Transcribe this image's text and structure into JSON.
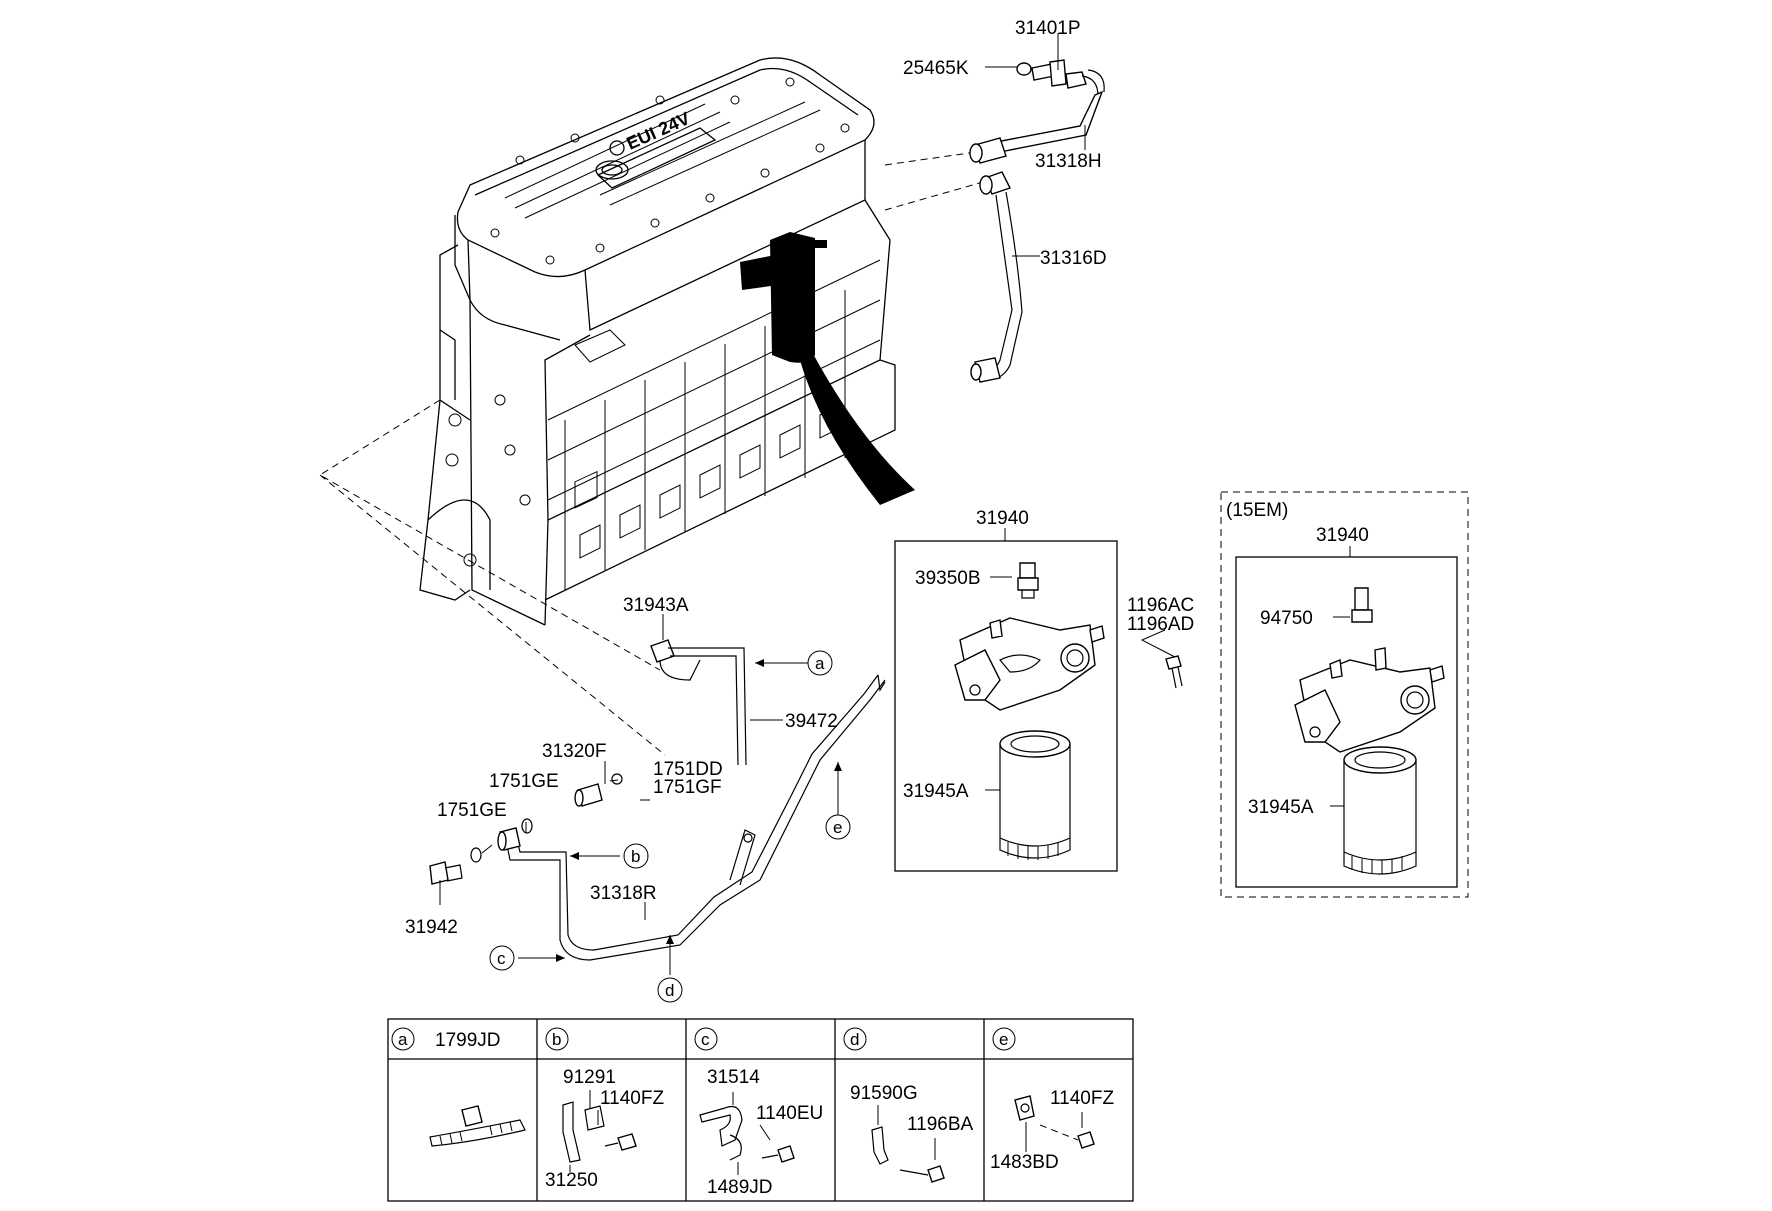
{
  "labels": {
    "p31401P": "31401P",
    "p25465K": "25465K",
    "p31318H": "31318H",
    "p31316D": "31316D",
    "p31940_main": "31940",
    "p39350B": "39350B",
    "p1196AC": "1196AC",
    "p1196AD": "1196AD",
    "p31945A_main": "31945A",
    "p15EM": "(15EM)",
    "p31940_alt": "31940",
    "p94750": "94750",
    "p31945A_alt": "31945A",
    "p31943A": "31943A",
    "p39472": "39472",
    "p31320F": "31320F",
    "p1751DD": "1751DD",
    "p1751GF": "1751GF",
    "p1751GE_a": "1751GE",
    "p1751GE_b": "1751GE",
    "p31942": "31942",
    "p31318R": "31318R",
    "engine_text": "EUI 24V"
  },
  "refs": {
    "a": "a",
    "b": "b",
    "c": "c",
    "d": "d",
    "e": "e"
  },
  "legend": {
    "a": {
      "letter": "a",
      "header_part": "1799JD"
    },
    "b": {
      "letter": "b",
      "parts": [
        "91291",
        "1140FZ",
        "31250"
      ]
    },
    "c": {
      "letter": "c",
      "parts": [
        "31514",
        "1140EU",
        "1489JD"
      ]
    },
    "d": {
      "letter": "d",
      "parts": [
        "91590G",
        "1196BA"
      ]
    },
    "e": {
      "letter": "e",
      "parts": [
        "1140FZ",
        "1483BD"
      ]
    }
  }
}
